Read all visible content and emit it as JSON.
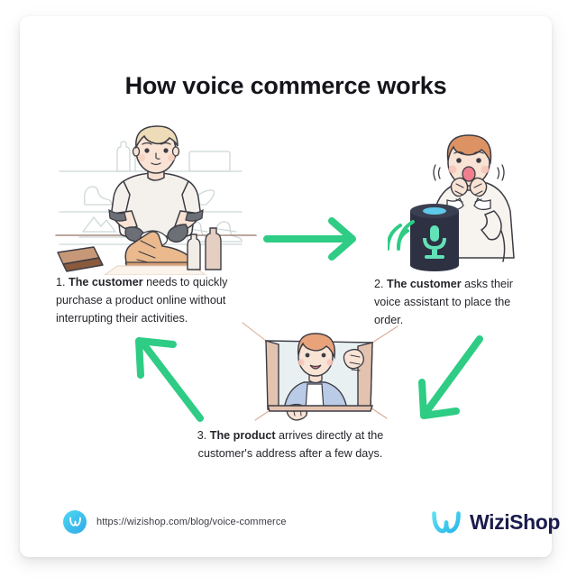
{
  "page": {
    "title": "How voice commerce works",
    "background_color": "#ffffff",
    "card_color": "#ffffff"
  },
  "colors": {
    "accent_green": "#2ecc84",
    "brand_navy": "#1b1b4d",
    "brand_cyan": "#3fd0ee",
    "text_dark": "#25252c",
    "speaker_dark": "#2d3142",
    "mic_green": "#63e2b7",
    "skin": "#f6dfd0",
    "hair_blond": "#edd6b4",
    "hair_auburn": "#d98f62",
    "shirt_light": "#f3f0ec",
    "shirt_blue": "#b9cbe6",
    "box_tan": "#e3c3b0",
    "shoe_tan": "#e8b98e",
    "line_gray": "#3c3c44",
    "shelf_gray": "#ccd7d5"
  },
  "steps": [
    {
      "number": "1.",
      "bold": "The customer",
      "rest": " needs to quickly purchase a product online without interrupting their activities.",
      "illustration": "person-cleaning-shoe-in-shop"
    },
    {
      "number": "2.",
      "bold": "The customer",
      "rest": " asks their voice assistant to place the order.",
      "illustration": "person-speaking-to-smart-speaker"
    },
    {
      "number": "3.",
      "bold": "The product",
      "rest": " arrives directly at the customer's address after a few days.",
      "illustration": "person-opening-delivery-box"
    }
  ],
  "arrows": [
    {
      "name": "arrow-step1-to-step2",
      "direction": "right"
    },
    {
      "name": "arrow-step2-to-step3",
      "direction": "down-left"
    },
    {
      "name": "arrow-step3-to-step1",
      "direction": "up-left"
    }
  ],
  "footer": {
    "blog_url": "https://wizishop.com/blog/voice-commerce",
    "blog_icon": "wizishop-circle-w-icon",
    "brand_name": "WiziShop",
    "brand_mark": "wizishop-w-icon"
  }
}
